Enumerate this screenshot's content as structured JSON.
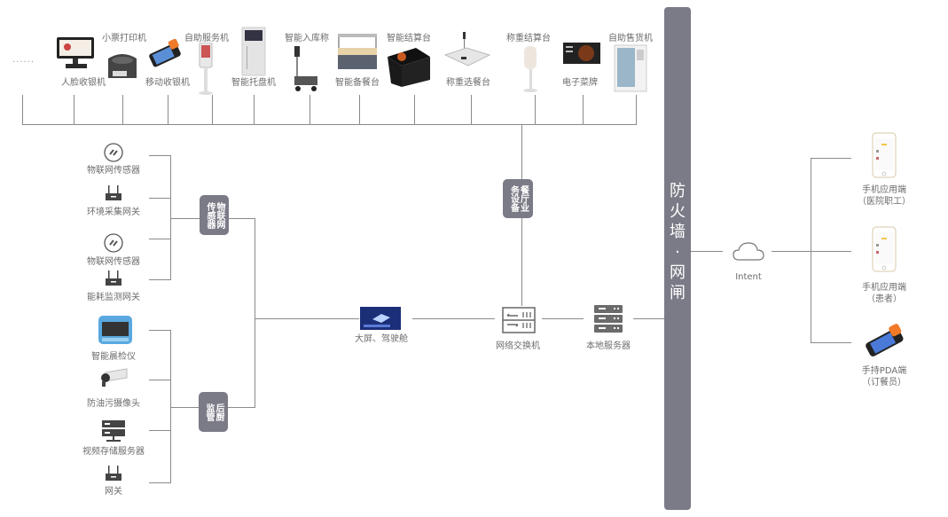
{
  "top_devices": {
    "ellipsis": "......",
    "items": [
      {
        "name": "人脸收银机",
        "icon": "pos-terminal"
      },
      {
        "name": "小票打印机",
        "icon": "receipt-printer"
      },
      {
        "name": "移动收银机",
        "icon": "handheld-pos"
      },
      {
        "name": "自助服务机",
        "icon": "self-service-kiosk"
      },
      {
        "name": "智能托盘机",
        "icon": "tray-machine"
      },
      {
        "name": "智能入库称",
        "icon": "warehouse-scale"
      },
      {
        "name": "智能备餐台",
        "icon": "food-warmer"
      },
      {
        "name": "智能结算台",
        "icon": "checkout-table"
      },
      {
        "name": "称重选餐台",
        "icon": "weighing-station"
      },
      {
        "name": "称重结算台",
        "icon": "weighing-kiosk"
      },
      {
        "name": "电子菜牌",
        "icon": "digital-menu"
      },
      {
        "name": "自助售货机",
        "icon": "vending-machine"
      }
    ]
  },
  "groups": {
    "restaurant": {
      "col1": "餐厅业",
      "col2": "务设备",
      "full": "餐厅业务设备"
    },
    "iot": {
      "col1": "物联网",
      "col2": "传感器",
      "full": "物联网传感器"
    },
    "kitchen": {
      "col1": "后厨",
      "col2": "监管",
      "full": "后厨监管"
    }
  },
  "iot_devices": [
    {
      "name": "物联网传感器",
      "icon": "iot-sensor"
    },
    {
      "name": "环境采集网关",
      "icon": "router"
    },
    {
      "name": "物联网传感器",
      "icon": "iot-sensor"
    },
    {
      "name": "能耗监测网关",
      "icon": "router"
    }
  ],
  "kitchen_devices": [
    {
      "name": "智能晨检仪",
      "icon": "health-check-device"
    },
    {
      "name": "防油污摄像头",
      "icon": "camera"
    },
    {
      "name": "视频存储服务器",
      "icon": "server"
    },
    {
      "name": "网关",
      "icon": "router"
    }
  ],
  "center": {
    "screen": "大屏、驾驶舱",
    "switch": "网络交换机",
    "server": "本地服务器"
  },
  "firewall": {
    "chars": [
      "防",
      "火",
      "墙",
      "·",
      "网",
      "闸"
    ]
  },
  "cloud": {
    "label": "Intent"
  },
  "clients": [
    {
      "line1": "手机应用端",
      "line2": "（医院职工）",
      "icon": "smartphone"
    },
    {
      "line1": "手机应用端",
      "line2": "（患者）",
      "icon": "smartphone"
    },
    {
      "line1": "手持PDA端",
      "line2": "（订餐员）",
      "icon": "handheld-pda"
    }
  ],
  "colors": {
    "box": "#7b7b87",
    "line": "#8a8a8a",
    "accent_orange": "#f07a28",
    "device_blue": "#4a9ad8"
  }
}
